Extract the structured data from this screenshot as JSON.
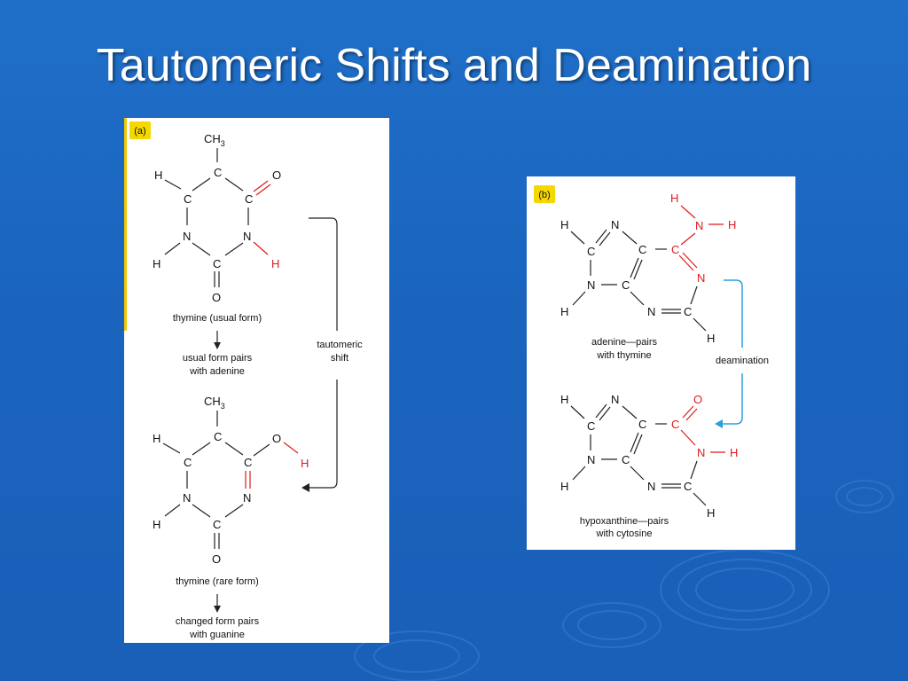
{
  "slide": {
    "title": "Tautomeric Shifts and Deamination",
    "colors": {
      "background": "#1a64be",
      "title": "#ffffff",
      "highlight": "#e0191c",
      "arrow_b": "#2a9fdc",
      "badge": "#f5d800"
    }
  },
  "panel_a": {
    "badge": "(a)",
    "atoms": {
      "C": "C",
      "N": "N",
      "O": "O",
      "H": "H",
      "CH3": "CH",
      "sub3": "3"
    },
    "captions": {
      "usual_form": "thymine (usual form)",
      "usual_pairs_1": "usual form pairs",
      "usual_pairs_2": "with adenine",
      "rare_form": "thymine (rare form)",
      "changed_pairs_1": "changed form pairs",
      "changed_pairs_2": "with guanine",
      "shift_1": "tautomeric",
      "shift_2": "shift"
    }
  },
  "panel_b": {
    "badge": "(b)",
    "atoms": {
      "C": "C",
      "N": "N",
      "O": "O",
      "H": "H"
    },
    "captions": {
      "adenine_1": "adenine—pairs",
      "adenine_2": "with thymine",
      "deamination": "deamination",
      "hypo_1": "hypoxanthine—pairs",
      "hypo_2": "with cytosine"
    }
  }
}
